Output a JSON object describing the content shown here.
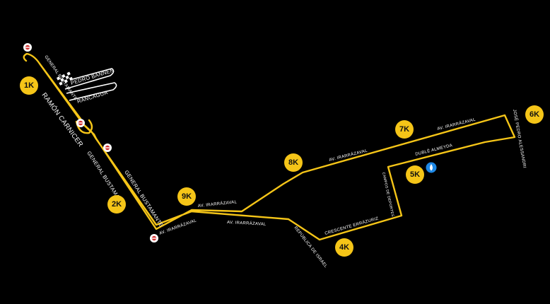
{
  "km_markers": [
    {
      "label": "1K"
    },
    {
      "label": "2K"
    },
    {
      "label": "4K"
    },
    {
      "label": "5K"
    },
    {
      "label": "6K"
    },
    {
      "label": "7K"
    },
    {
      "label": "8K"
    },
    {
      "label": "9K"
    }
  ],
  "streets": {
    "general_bustamante_top": "GENERAL BUSTAMANTE",
    "pedro_bannen": "PEDRO BANNEN",
    "rancagua": "RANCAGUA",
    "ramon_carnicer": "RAMÓN CARNICER",
    "general_bustamante_left": "GENERAL BUSTAMANTE",
    "general_bustamante_right": "GENERAL BUSTAMANTE",
    "av_irarrazaval_a": "AV. IRARRÁZAVAL",
    "av_irarrazaval_b": "AV. IRARRÁZAVAL",
    "av_irarrazaval_c": "AV. IRARRÁZAVAL",
    "av_irarrazaval_d": "AV. IRARRÁZAVAL",
    "av_irarrazaval_e": "AV. IRARRÁZAVAL",
    "republica_de_israel": "REPÚBLICA DE ISRAEL",
    "crescente_errazuriz": "CRESCENTE ERRÁZURIZ",
    "campos_de_deportes": "CAMPOS DE DEPORTES",
    "duble_almeyda": "DUBLÉ ALMEYDA",
    "jose_pedro_alessandri": "JOSÉ PEDRO ALESSANDRI"
  },
  "icons": {
    "aid_station": "first-aid-icon",
    "water": "water-drop-icon",
    "finish": "checkered-flag-icon"
  },
  "colors": {
    "background": "#000000",
    "route": "#f5c518",
    "marker": "#f5c518",
    "water": "#2196f3",
    "aid": "#d32f2f"
  }
}
